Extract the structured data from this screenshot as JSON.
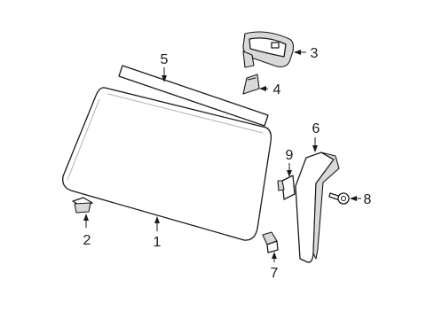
{
  "callouts": {
    "c1": "1",
    "c2": "2",
    "c3": "3",
    "c4": "4",
    "c5": "5",
    "c6": "6",
    "c7": "7",
    "c8": "8",
    "c9": "9"
  },
  "colors": {
    "line": "#1a1a1a",
    "shade": "#d9d9d9",
    "background": "#ffffff"
  }
}
